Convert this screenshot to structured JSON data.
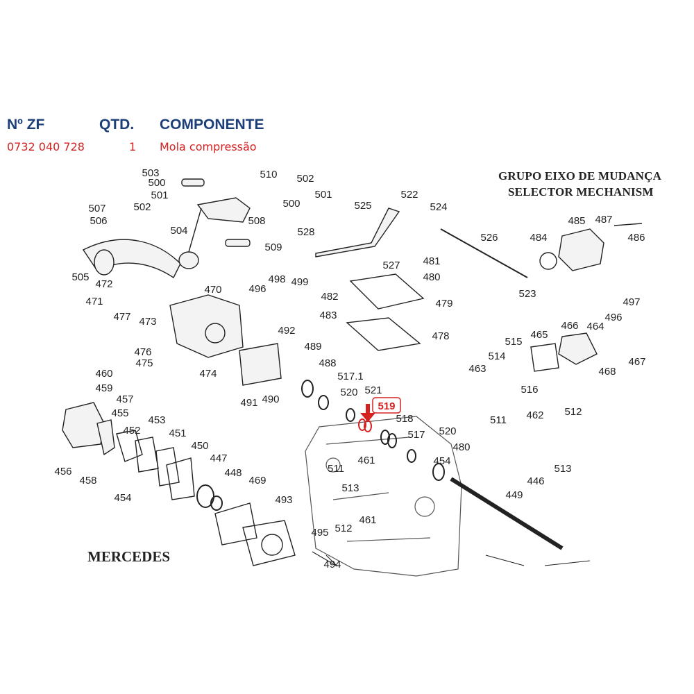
{
  "header": {
    "col_part": "Nº ZF",
    "col_qty": "QTD.",
    "col_component": "COMPONENTE",
    "part_number": "0732 040 728",
    "quantity": "1",
    "component": "Mola compressão"
  },
  "diagram": {
    "title_pt": "GRUPO EIXO DE MUDANÇA",
    "title_en": "SELECTOR MECHANISM",
    "brand": "MERCEDES",
    "highlight_color": "#d42222",
    "highlighted_part": "519",
    "part_labels": [
      "503",
      "510",
      "502",
      "500",
      "501",
      "501",
      "500",
      "502",
      "507",
      "506",
      "508",
      "504",
      "509",
      "505",
      "472",
      "471",
      "470",
      "496",
      "498",
      "499",
      "477",
      "473",
      "492",
      "476",
      "475",
      "474",
      "489",
      "491",
      "490",
      "488",
      "460",
      "459",
      "457",
      "455",
      "453",
      "452",
      "451",
      "456",
      "458",
      "454",
      "450",
      "447",
      "448",
      "469",
      "493",
      "495",
      "494",
      "525",
      "522",
      "524",
      "528",
      "527",
      "481",
      "480",
      "482",
      "483",
      "479",
      "478",
      "526",
      "485",
      "487",
      "486",
      "484",
      "523",
      "497",
      "465",
      "466",
      "464",
      "496",
      "515",
      "514",
      "463",
      "516",
      "467",
      "468",
      "517.1",
      "520",
      "521",
      "518",
      "517",
      "520",
      "480",
      "454",
      "511",
      "461",
      "513",
      "512",
      "461",
      "511",
      "462",
      "512",
      "513",
      "446",
      "449"
    ]
  }
}
